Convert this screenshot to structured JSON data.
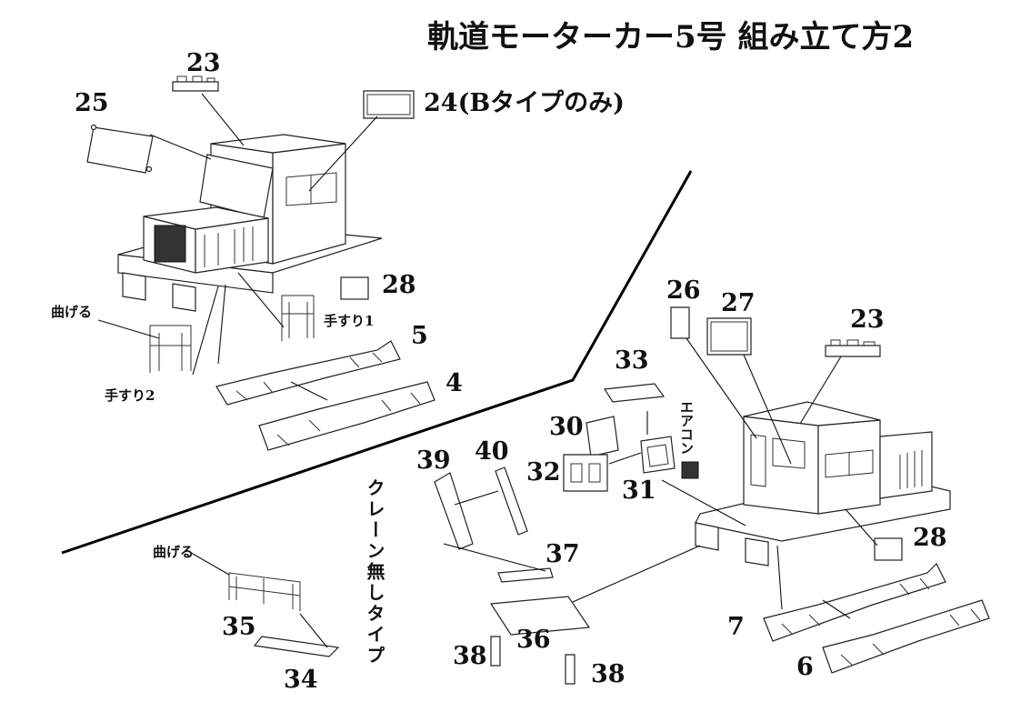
{
  "title": "軌道モーターカー5号 組み立て方2",
  "labels": {
    "p23a": "23",
    "p25": "25",
    "p24": "24(Bタイプのみ)",
    "p28a": "28",
    "bend_a": "曲げる",
    "handrail1": "手すり1",
    "handrail2": "手すり2",
    "p5": "5",
    "p4": "4",
    "p26": "26",
    "p27": "27",
    "p23b": "23",
    "p33": "33",
    "p30": "30",
    "p32": "32",
    "p31": "31",
    "aircon": "エアコン",
    "p39": "39",
    "p40": "40",
    "p37": "37",
    "p28b": "28",
    "p7": "7",
    "p6": "6",
    "p36": "36",
    "p38a": "38",
    "p38b": "38",
    "bend_b": "曲げる",
    "p35": "35",
    "p34": "34",
    "no_crane": "クレーン無しタイプ"
  }
}
